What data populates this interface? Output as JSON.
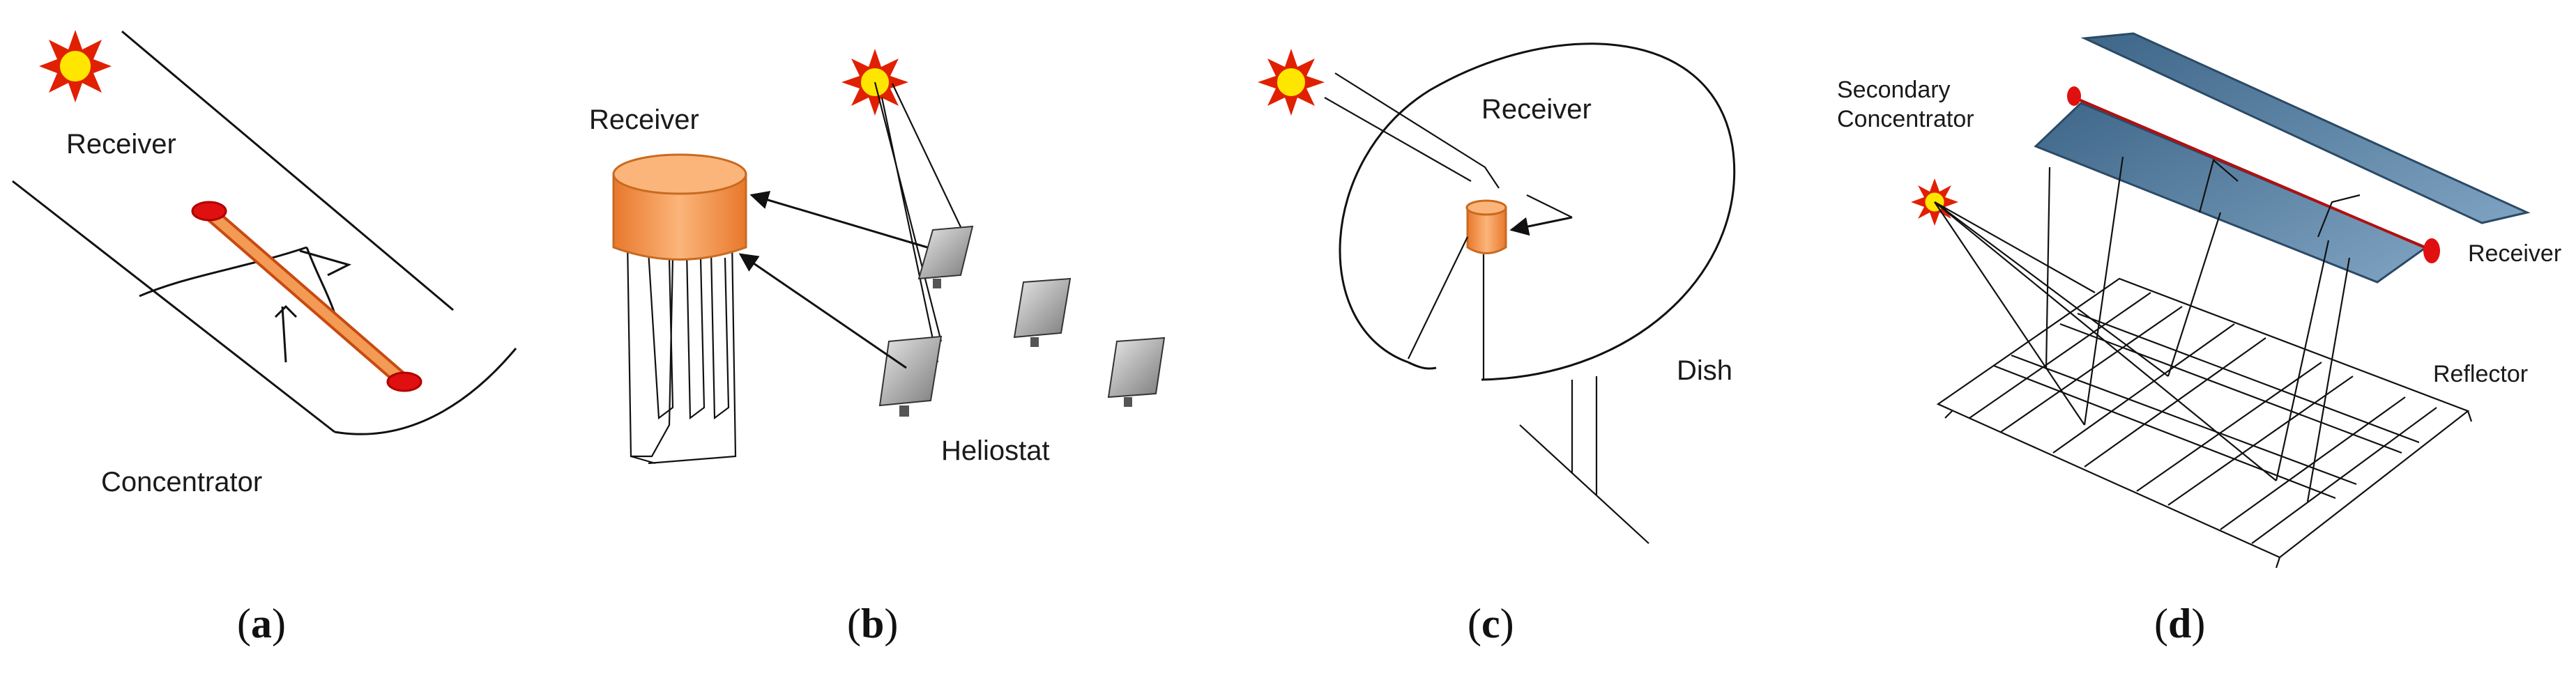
{
  "panels": [
    {
      "id": "a",
      "caption_open": "(",
      "caption_letter": "a",
      "caption_close": ")",
      "labels": {
        "receiver": "Receiver",
        "concentrator": "Concentrator"
      }
    },
    {
      "id": "b",
      "caption_open": "(",
      "caption_letter": "b",
      "caption_close": ")",
      "labels": {
        "receiver": "Receiver",
        "heliostat": "Heliostat"
      }
    },
    {
      "id": "c",
      "caption_open": "(",
      "caption_letter": "c",
      "caption_close": ")",
      "labels": {
        "receiver": "Receiver",
        "dish": "Dish"
      }
    },
    {
      "id": "d",
      "caption_open": "(",
      "caption_letter": "d",
      "caption_close": ")",
      "labels": {
        "secondary_line1": "Secondary",
        "secondary_line2": "Concentrator",
        "receiver": "Receiver",
        "reflector": "Reflector"
      }
    }
  ],
  "colors": {
    "sun_core": "#ffe600",
    "sun_rays": "#e02000",
    "receiver_orange": "#f0954a",
    "receiver_red": "#e01010",
    "heliostat_gray": "#9a9a9a",
    "secondary_blue": "#5f87a8"
  }
}
